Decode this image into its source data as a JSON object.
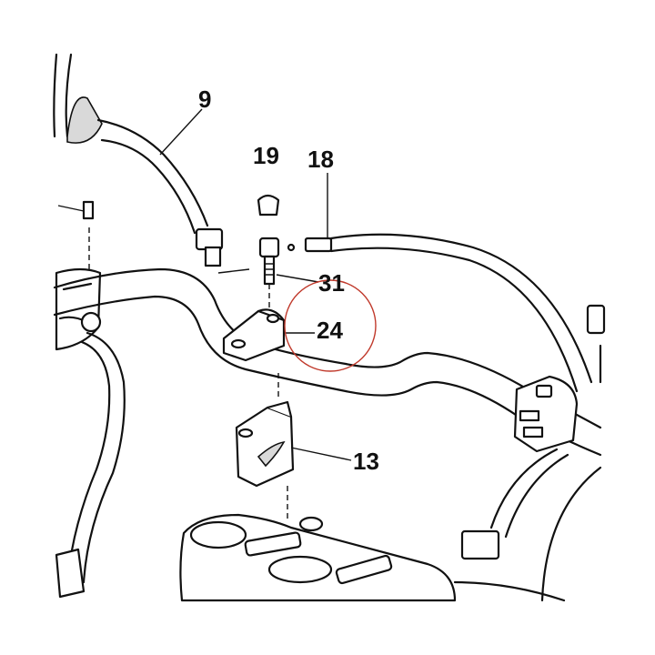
{
  "diagram": {
    "callouts": {
      "c9": "9",
      "c19": "19",
      "c18": "18",
      "c31": "31",
      "c24": "24",
      "c13": "13"
    },
    "colors": {
      "line": "#111111",
      "background": "#ffffff",
      "highlight_circle": "#c0392b",
      "shade": "#d9d9d9"
    }
  }
}
